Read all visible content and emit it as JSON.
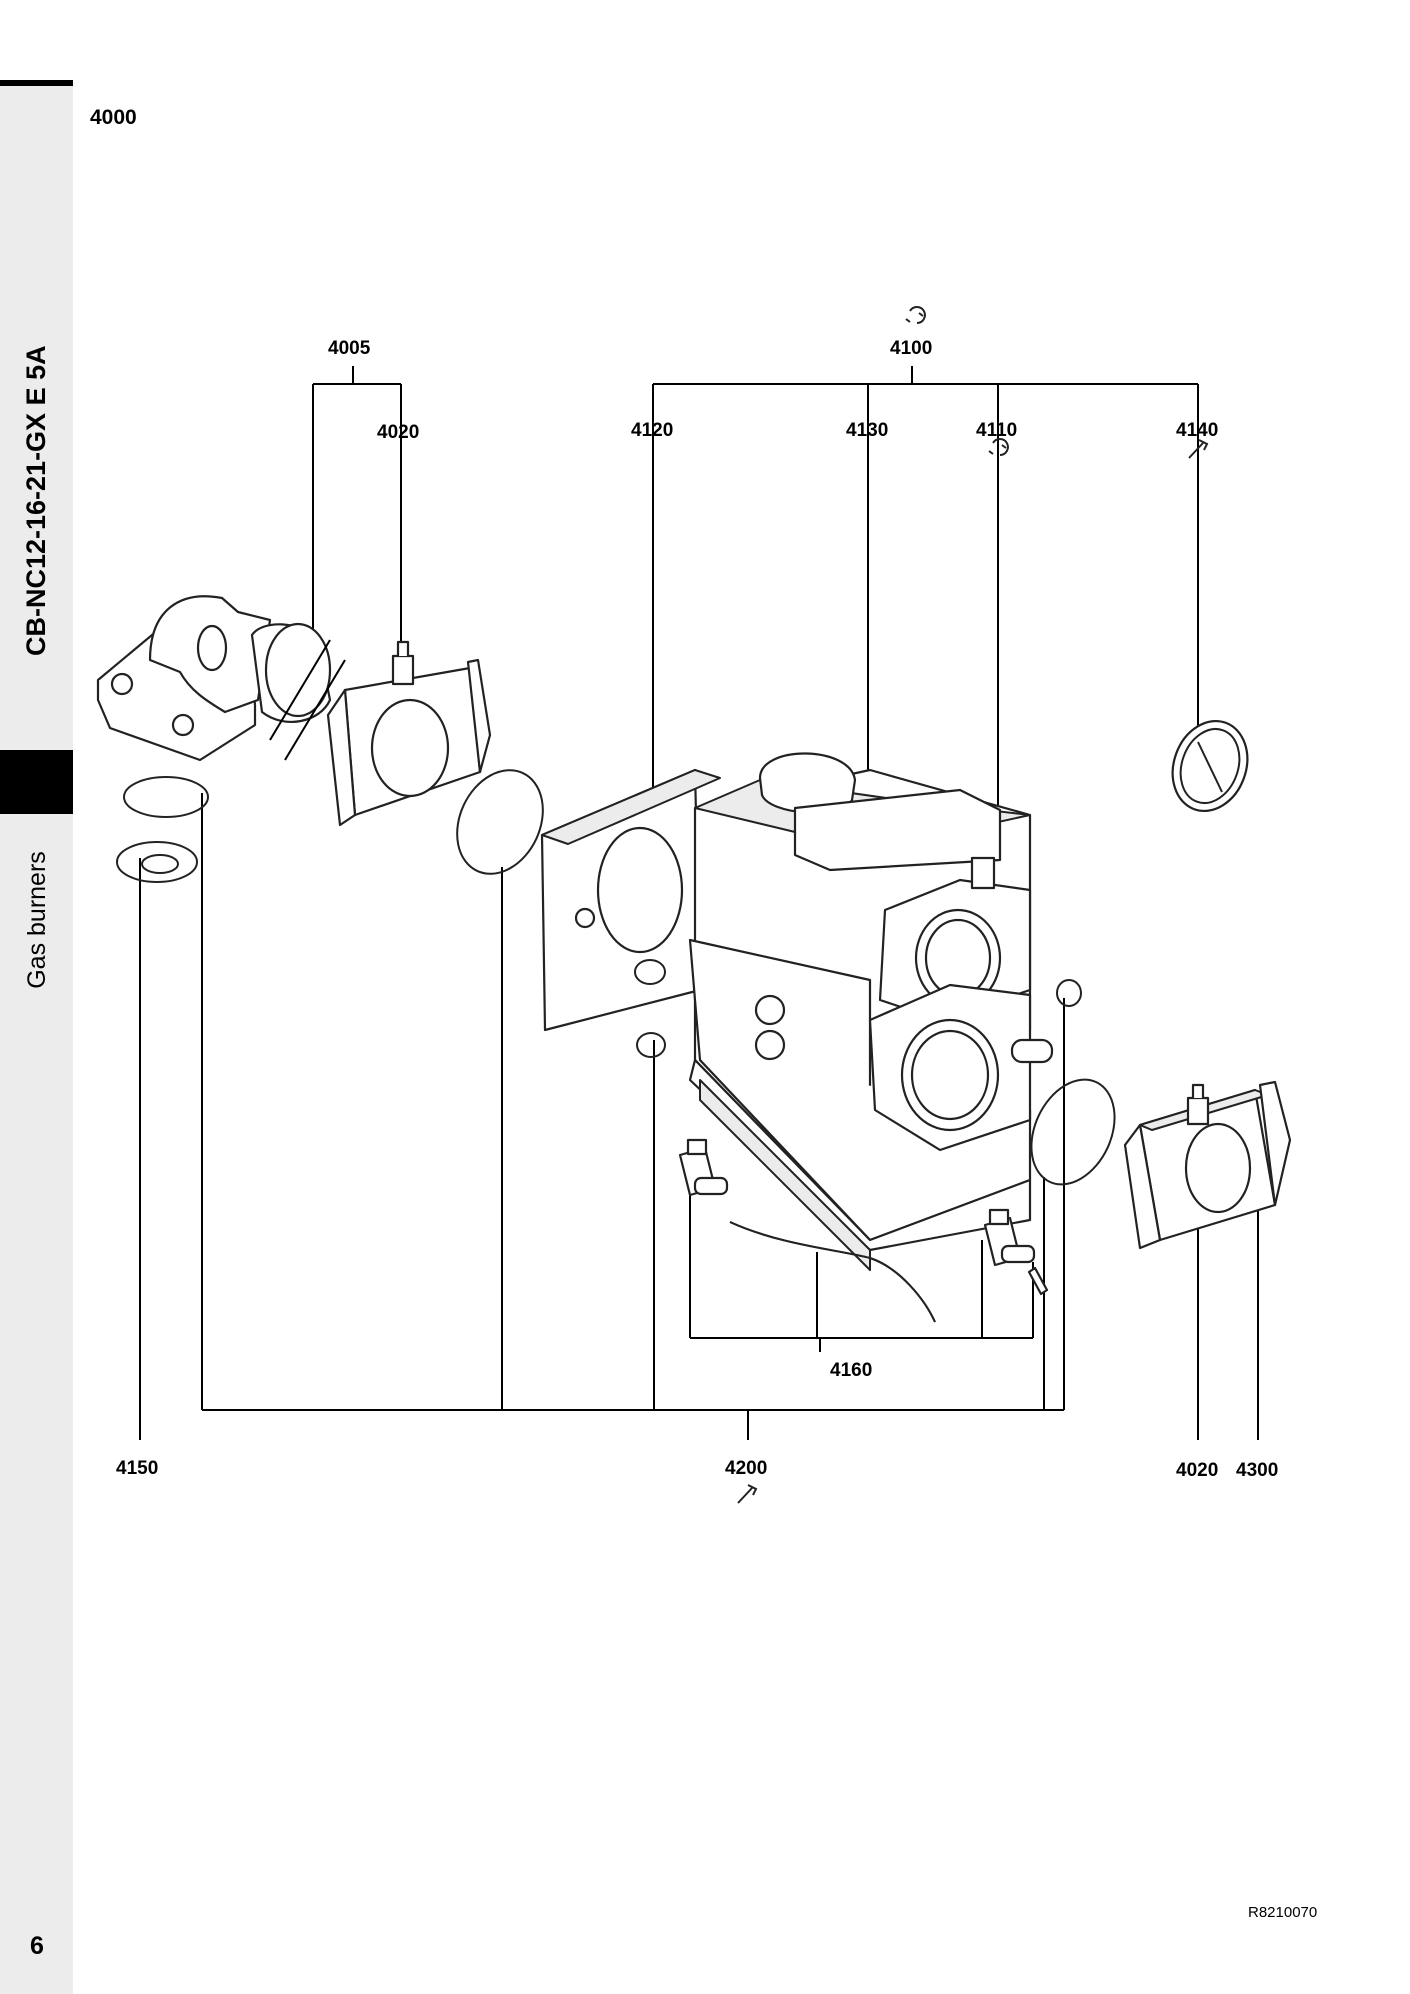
{
  "sidebar": {
    "model": "CB-NC12-16-21-GX E 5A",
    "category": "Gas burners"
  },
  "section_number": "4000",
  "page_number": "6",
  "drawing_reference": "R8210070",
  "labels": {
    "l4005": "4005",
    "l4020a": "4020",
    "l4100": "4100",
    "l4120": "4120",
    "l4130": "4130",
    "l4110": "4110",
    "l4140": "4140",
    "l4160": "4160",
    "l4150": "4150",
    "l4200": "4200",
    "l4020b": "4020",
    "l4300": "4300"
  }
}
